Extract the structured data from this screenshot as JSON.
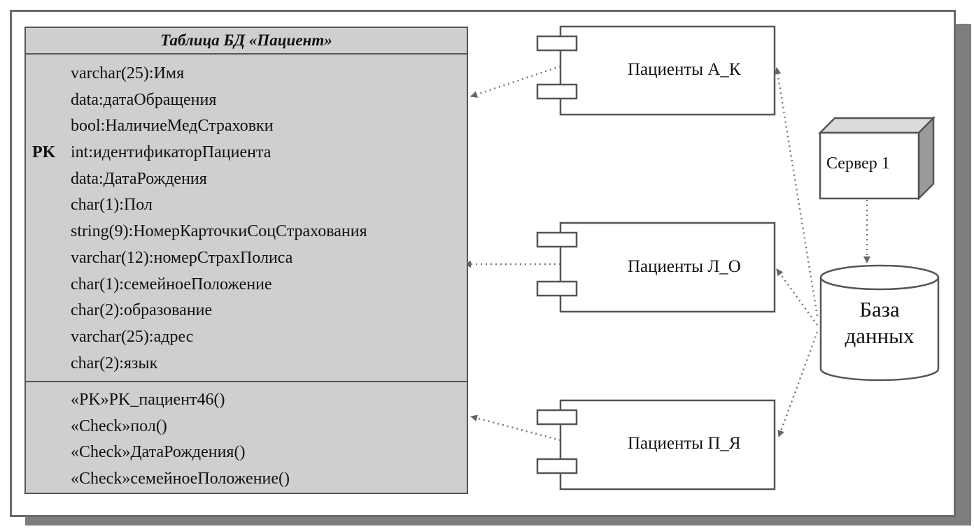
{
  "table": {
    "title": "Таблица БД «Пациент»",
    "attributes": [
      {
        "key": "",
        "text": "varchar(25):Имя"
      },
      {
        "key": "",
        "text": "data:датаОбращения"
      },
      {
        "key": "",
        "text": "bool:НаличиеМедСтраховки"
      },
      {
        "key": "PK",
        "text": "int:идентификаторПациента"
      },
      {
        "key": "",
        "text": "data:ДатаРождения"
      },
      {
        "key": "",
        "text": "char(1):Пол"
      },
      {
        "key": "",
        "text": "string(9):НомерКарточкиСоцСтрахования"
      },
      {
        "key": "",
        "text": "varchar(12):номерСтрахПолиса"
      },
      {
        "key": "",
        "text": "char(1):семейноеПоложение"
      },
      {
        "key": "",
        "text": "char(2):образование"
      },
      {
        "key": "",
        "text": "varchar(25):адрес"
      },
      {
        "key": "",
        "text": "char(2):язык"
      }
    ],
    "operations": [
      "«PK»PK_пациент46()",
      "«Check»пол()",
      "«Check»ДатаРождения()",
      "«Check»семейноеПоложение()"
    ]
  },
  "components": [
    {
      "label": "Пациенты А_К"
    },
    {
      "label": "Пациенты Л_О"
    },
    {
      "label": "Пациенты П_Я"
    }
  ],
  "node": {
    "label": "Сервер 1"
  },
  "database": {
    "label_line1": "База",
    "label_line2": "данных"
  },
  "colors": {
    "table_fill": "#cfcfcf",
    "line": "#555555",
    "shadow": "#7d7d7d"
  }
}
